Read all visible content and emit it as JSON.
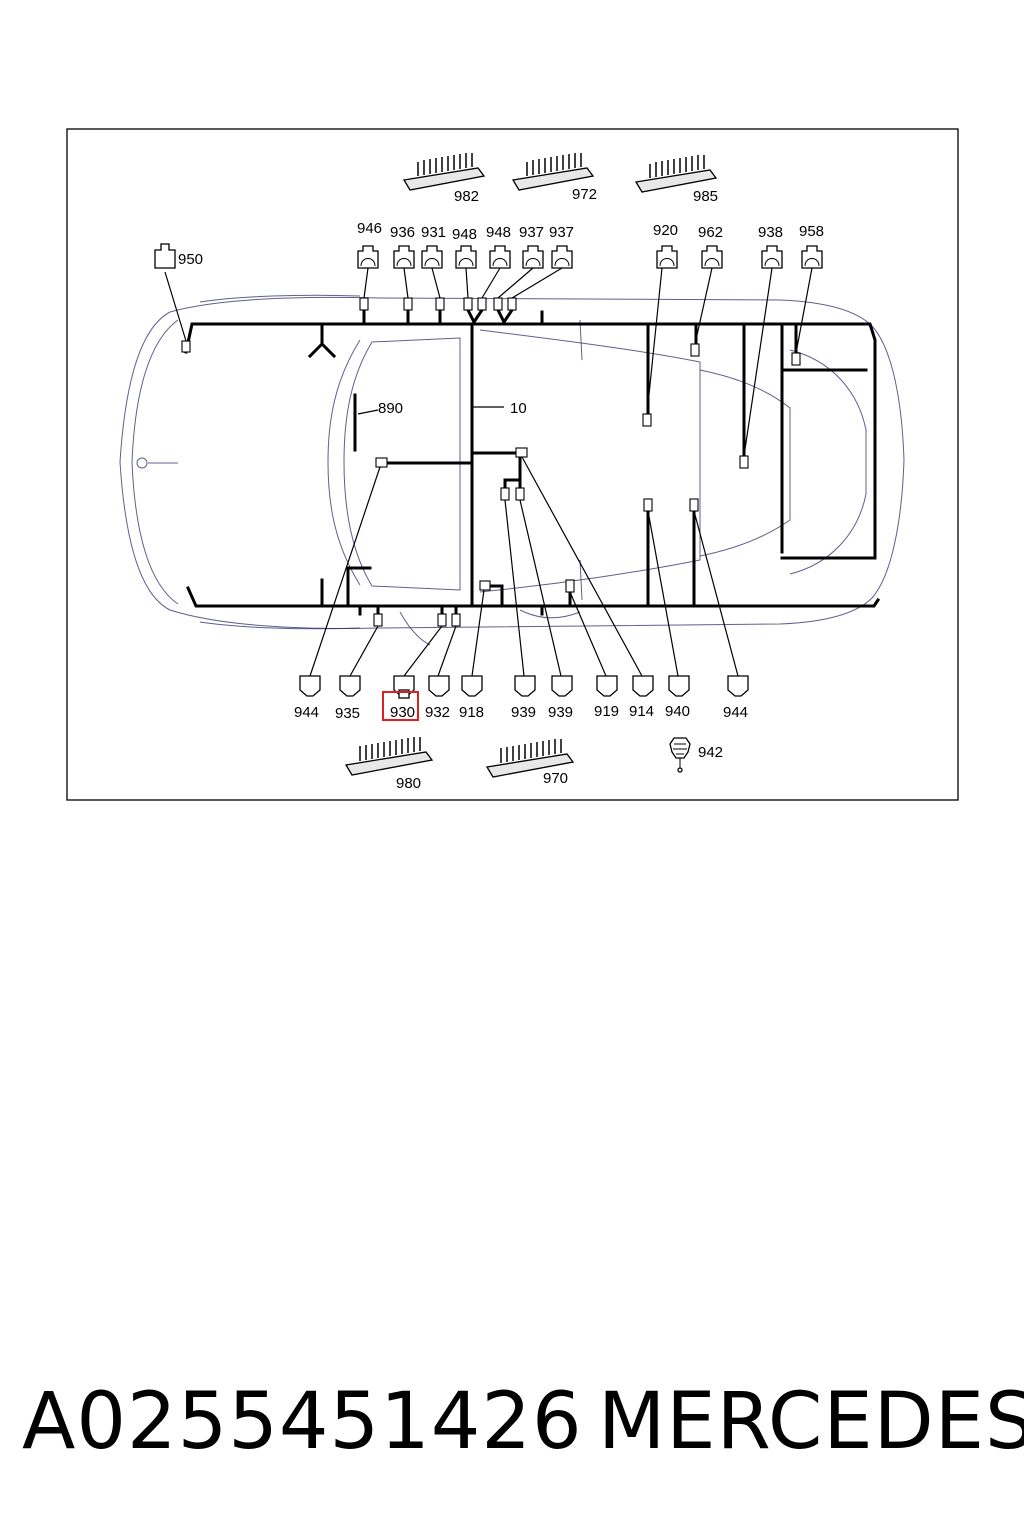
{
  "diagram": {
    "harness_labels": [
      "890",
      "10"
    ],
    "top_connectors": [
      "950",
      "946",
      "936",
      "931",
      "948",
      "948",
      "937",
      "937",
      "920",
      "962",
      "938",
      "958"
    ],
    "bottom_connectors": [
      "944",
      "935",
      "930",
      "932",
      "918",
      "939",
      "939",
      "919",
      "914",
      "940",
      "944"
    ],
    "top_strips": [
      "982",
      "972",
      "985"
    ],
    "bottom_strips": [
      "980",
      "970"
    ],
    "clip": "942",
    "highlighted": "930",
    "highlight_color": "#e02020"
  },
  "caption": {
    "part_number": "A0255451426",
    "brand": "MERCEDES"
  }
}
